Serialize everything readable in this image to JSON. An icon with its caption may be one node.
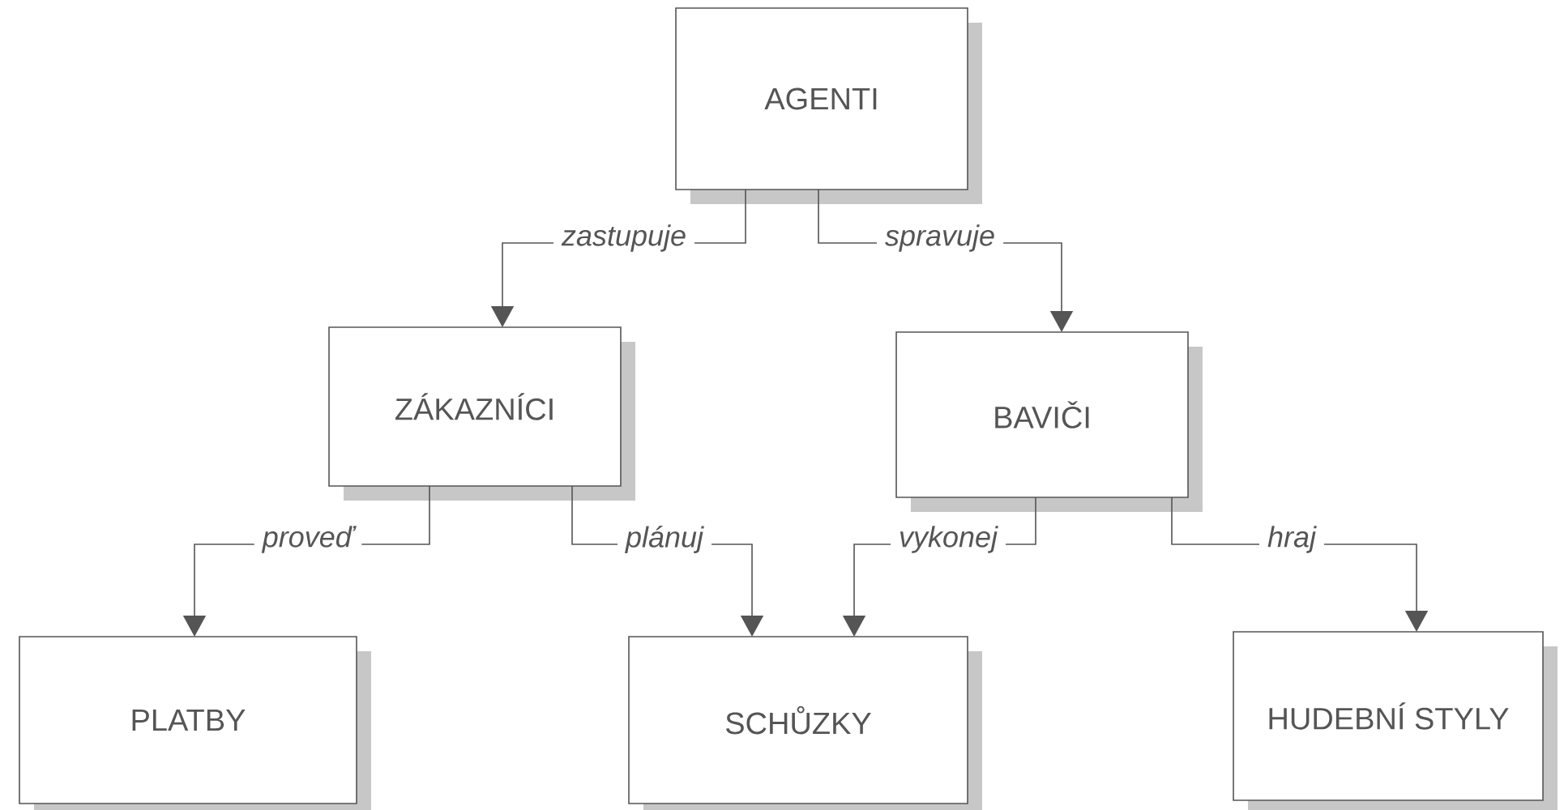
{
  "diagram": {
    "nodes": [
      {
        "text": [
          "AGENTI"
        ]
      },
      {
        "text": [
          "ZÁKAZNÍCI"
        ]
      },
      {
        "text": [
          "BAVIČI"
        ]
      },
      {
        "text": [
          "PLATBY"
        ]
      },
      {
        "text": [
          "SCHŮZKY"
        ]
      },
      {
        "text": [
          "HUDEBNÍ STYLY"
        ]
      }
    ],
    "edges": [
      {
        "from": 0,
        "to": 1,
        "arrow": "to",
        "label": "zastupuje"
      },
      {
        "from": 0,
        "to": 2,
        "arrow": "to",
        "label": "spravuje"
      },
      {
        "from": 1,
        "to": 3,
        "arrow": "to",
        "label": "proveď"
      },
      {
        "from": 1,
        "to": 4,
        "arrow": "to",
        "label": "plánuj"
      },
      {
        "from": 2,
        "to": 4,
        "arrow": "to",
        "label": "vykonej"
      },
      {
        "from": 2,
        "to": 5,
        "arrow": "to",
        "label": "hraj"
      }
    ]
  }
}
